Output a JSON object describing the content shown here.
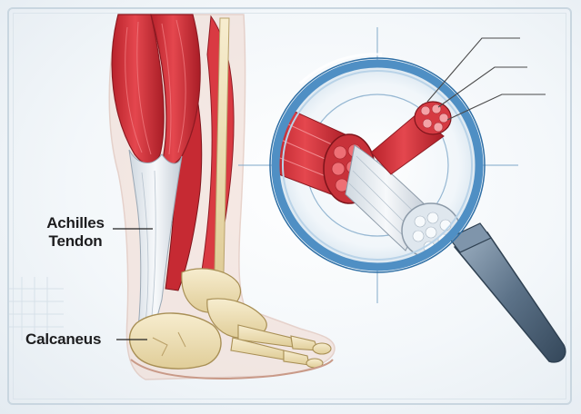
{
  "labels": {
    "achilles_line1": "Achilles",
    "achilles_line2": "Tendon",
    "calcaneus": "Calcaneus"
  },
  "callouts": {
    "magnifier_pointer_lines": 3
  },
  "colors": {
    "muscle": "#d8343c",
    "muscle_dark": "#a81e27",
    "tendon": "#e9eef3",
    "bone": "#eedfb6",
    "lens_ring": "#4f8fc4",
    "handle": "#5c7288"
  },
  "icons": [
    "magnifying-glass-icon"
  ]
}
